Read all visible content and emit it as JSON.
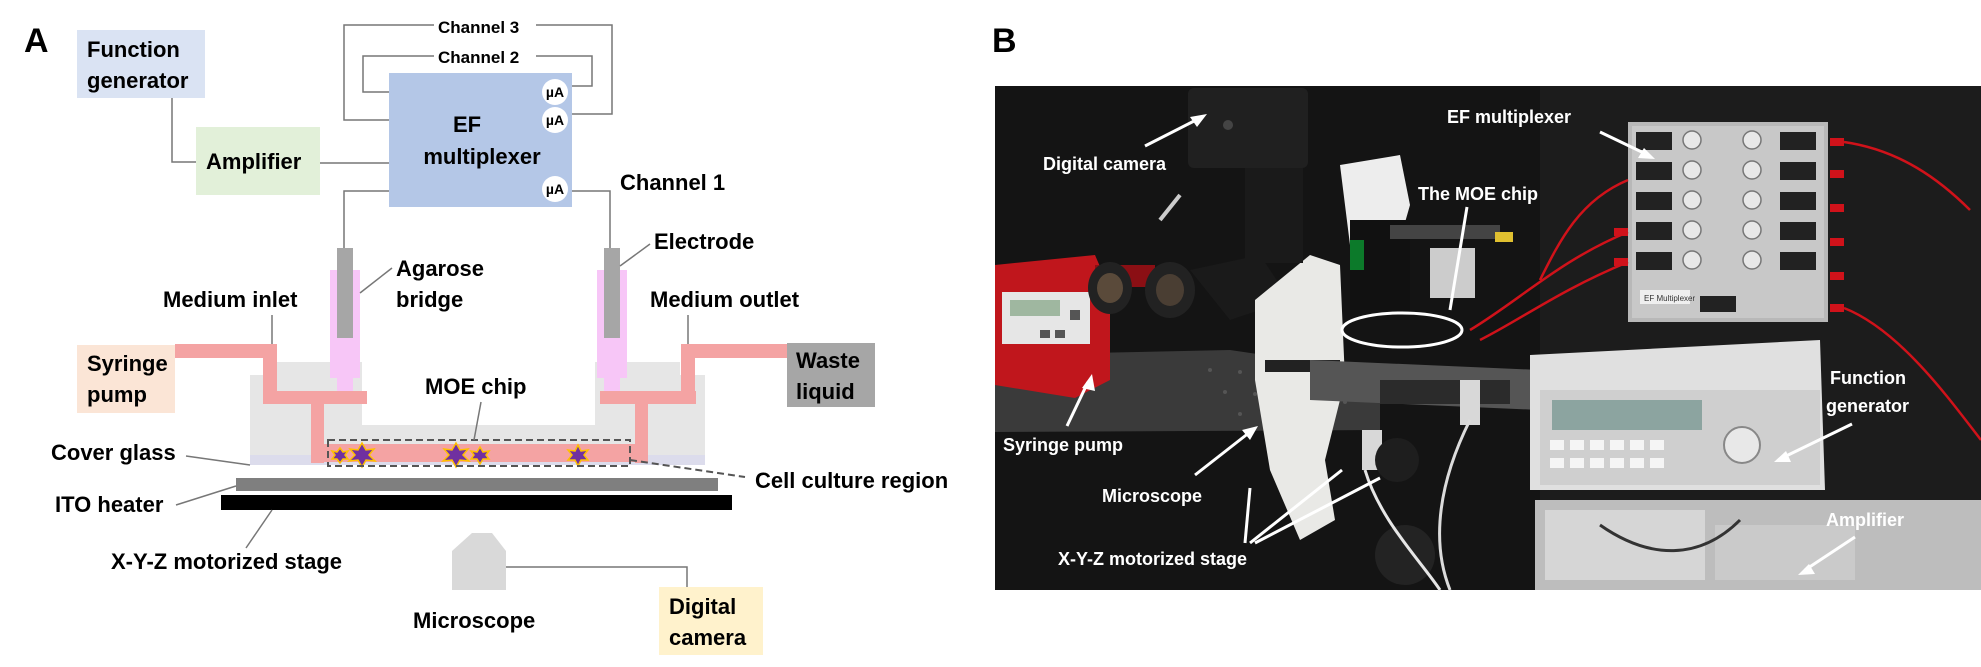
{
  "panel_a": {
    "letter": "A",
    "function_generator": [
      "Function",
      "generator"
    ],
    "amplifier": "Amplifier",
    "ef_multiplexer": [
      "EF",
      "multiplexer"
    ],
    "channel_3": "Channel 3",
    "channel_2": "Channel 2",
    "channel_1": "Channel 1",
    "microamp": "µA",
    "electrode": "Electrode",
    "agarose_bridge": [
      "Agarose",
      "bridge"
    ],
    "medium_inlet": "Medium inlet",
    "medium_outlet": "Medium outlet",
    "syringe_pump": [
      "Syringe",
      "pump"
    ],
    "waste_liquid": [
      "Waste",
      "liquid"
    ],
    "moe_chip": "MOE chip",
    "cover_glass": "Cover glass",
    "ito_heater": "ITO heater",
    "stage": "X-Y-Z motorized stage",
    "cell_culture_region": "Cell culture region",
    "microscope": "Microscope",
    "digital_camera": [
      "Digital",
      "camera"
    ]
  },
  "panel_b": {
    "letter": "B",
    "digital_camera": "Digital camera",
    "ef_multiplexer": "EF multiplexer",
    "moe_chip": "The MOE chip",
    "syringe_pump": "Syringe pump",
    "microscope": "Microscope",
    "stage": "X-Y-Z motorized stage",
    "function_generator": [
      "Function",
      "generator"
    ],
    "amplifier": "Amplifier",
    "device_panel_text": "EF Multiplexer"
  },
  "colors": {
    "function_generator_box": "#dae3f3",
    "amplifier_box": "#e2f0d9",
    "multiplexer_box": "#b4c7e7",
    "syringe_box": "#fbe5d6",
    "waste_box": "#a6a6a6",
    "camera_box": "#fff2cc",
    "channel_pink": "#f4a3a3",
    "bridge_pink": "#f7c6f7",
    "cells": "#7030a0"
  }
}
